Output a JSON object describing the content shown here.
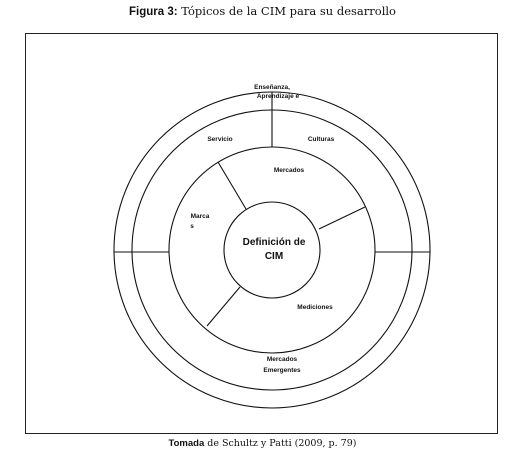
{
  "caption": {
    "figure_label": "Figura 3:",
    "figure_title": "Tópicos de la CIM para su desarrollo"
  },
  "diagram": {
    "center": {
      "line1": "Definición de",
      "line2": "CIM"
    },
    "inner_ring": {
      "mercados": "Mercados",
      "marcas_line1": "Marca",
      "marcas_line2": "s",
      "mediciones": "Mediciones"
    },
    "middle_ring": {
      "servicio": "Servicio",
      "culturas": "Culturas",
      "mercados_emergentes_line1": "Mercados",
      "mercados_emergentes_line2": "Emergentes"
    },
    "outer_ring": {
      "ensenanza_line1": "Enseñanza,",
      "ensenanza_line2": "Aprendizaje  e"
    }
  },
  "source": {
    "label": "Tomada",
    "text": " de Schultz y Patti (2009, p. 79)"
  }
}
